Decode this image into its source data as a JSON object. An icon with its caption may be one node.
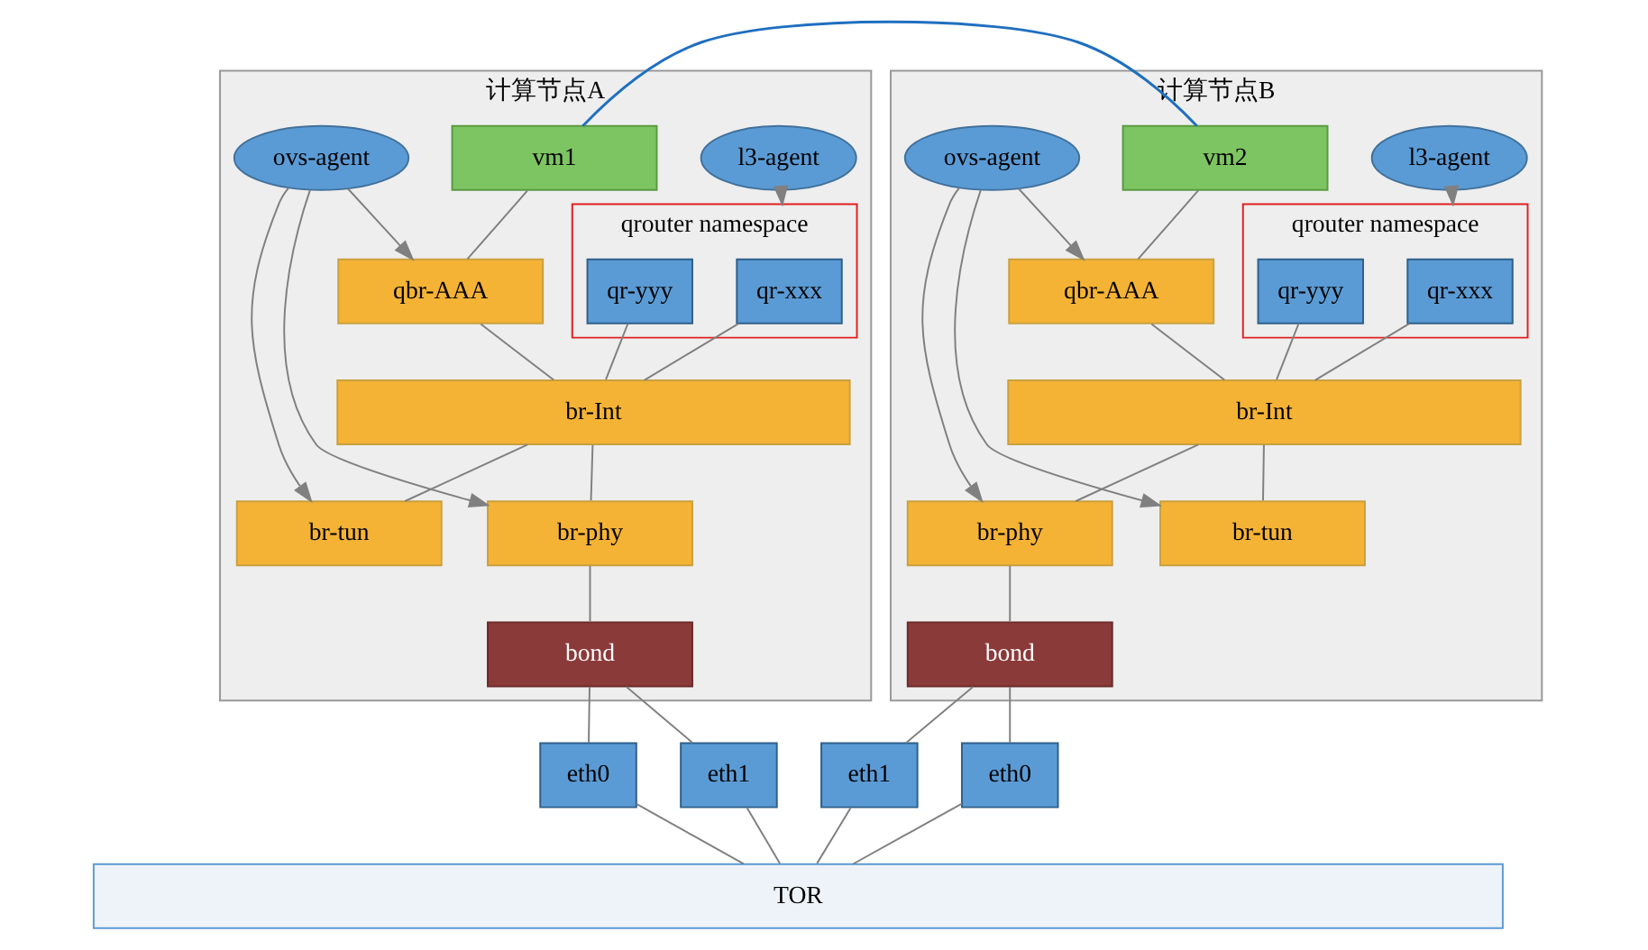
{
  "diagram": {
    "nodes": [
      {
        "text": [
          "计算节点A"
        ]
      },
      {
        "text": [
          "vm1"
        ],
        "in": 0
      },
      {
        "text": [
          "l3-agent"
        ],
        "in": 0
      },
      {
        "text": [
          "qbr-AAA"
        ],
        "in": 0
      },
      {
        "text": [
          "qrouter namespace"
        ],
        "in": 0
      },
      {
        "text": [
          "qr-xxx"
        ],
        "in": 4
      },
      {
        "text": [
          "qr-yyy"
        ],
        "in": 4
      },
      {
        "text": [
          "br-Int"
        ],
        "in": 0
      },
      {
        "text": [
          "br-phy"
        ],
        "in": 0
      },
      {
        "text": [
          "br-tun"
        ],
        "in": 0
      },
      {
        "text": [
          "bond"
        ],
        "in": 0
      },
      {
        "text": [
          "ovs-agent"
        ],
        "in": 0
      },
      {
        "text": [
          "eth0"
        ]
      },
      {
        "text": [
          "eth1"
        ]
      },
      {
        "text": [
          "计算节点B"
        ]
      },
      {
        "text": [
          "l3-agent"
        ],
        "in": 14
      },
      {
        "text": [
          "vm2"
        ],
        "in": 14
      },
      {
        "text": [
          "qrouter namespace"
        ],
        "in": 14
      },
      {
        "text": [
          "qr-xxx"
        ],
        "in": 17
      },
      {
        "text": [
          "qr-yyy"
        ],
        "in": 17
      },
      {
        "text": [
          "qbr-AAA"
        ],
        "in": 14
      },
      {
        "text": [
          "br-Int"
        ],
        "in": 14
      },
      {
        "text": [
          "br-tun"
        ],
        "in": 14
      },
      {
        "text": [
          "br-phy"
        ],
        "in": 14
      },
      {
        "text": [
          "ovs-agent"
        ],
        "in": 14
      },
      {
        "text": [
          "bond"
        ],
        "in": 14
      },
      {
        "text": [
          "eth1"
        ]
      },
      {
        "text": [
          "eth0"
        ]
      },
      {
        "text": [
          "TOR"
        ]
      }
    ],
    "edges": [
      {
        "from": 2,
        "to": 4,
        "arrow": "to"
      },
      {
        "from": 1,
        "to": 3,
        "arrow": "none"
      },
      {
        "from": 3,
        "to": 7,
        "arrow": "none"
      },
      {
        "from": 5,
        "to": 7,
        "arrow": "none"
      },
      {
        "from": 6,
        "to": 7,
        "arrow": "none"
      },
      {
        "from": 7,
        "to": 8,
        "arrow": "none"
      },
      {
        "from": 7,
        "to": 9,
        "arrow": "none"
      },
      {
        "from": 8,
        "to": 10,
        "arrow": "none"
      },
      {
        "from": 11,
        "to": 3,
        "arrow": "to"
      },
      {
        "from": 11,
        "to": 8,
        "arrow": "to"
      },
      {
        "from": 11,
        "to": 9,
        "arrow": "to"
      },
      {
        "from": 10,
        "to": 12,
        "arrow": "none"
      },
      {
        "from": 10,
        "to": 13,
        "arrow": "none"
      },
      {
        "from": 12,
        "to": 28,
        "arrow": "none"
      },
      {
        "from": 13,
        "to": 28,
        "arrow": "none"
      },
      {
        "from": 15,
        "to": 17,
        "arrow": "to"
      },
      {
        "from": 16,
        "to": 20,
        "arrow": "none"
      },
      {
        "from": 20,
        "to": 21,
        "arrow": "none"
      },
      {
        "from": 18,
        "to": 21,
        "arrow": "none"
      },
      {
        "from": 19,
        "to": 21,
        "arrow": "none"
      },
      {
        "from": 21,
        "to": 22,
        "arrow": "none"
      },
      {
        "from": 21,
        "to": 23,
        "arrow": "none"
      },
      {
        "from": 23,
        "to": 25,
        "arrow": "none"
      },
      {
        "from": 24,
        "to": 22,
        "arrow": "to"
      },
      {
        "from": 24,
        "to": 23,
        "arrow": "to"
      },
      {
        "from": 24,
        "to": 20,
        "arrow": "to"
      },
      {
        "from": 25,
        "to": 26,
        "arrow": "none"
      },
      {
        "from": 25,
        "to": 27,
        "arrow": "none"
      },
      {
        "from": 26,
        "to": 28,
        "arrow": "none"
      },
      {
        "from": 27,
        "to": 28,
        "arrow": "none"
      },
      {
        "from": 1,
        "to": 16,
        "arrow": "none",
        "color": "#1f6fc0"
      }
    ]
  }
}
